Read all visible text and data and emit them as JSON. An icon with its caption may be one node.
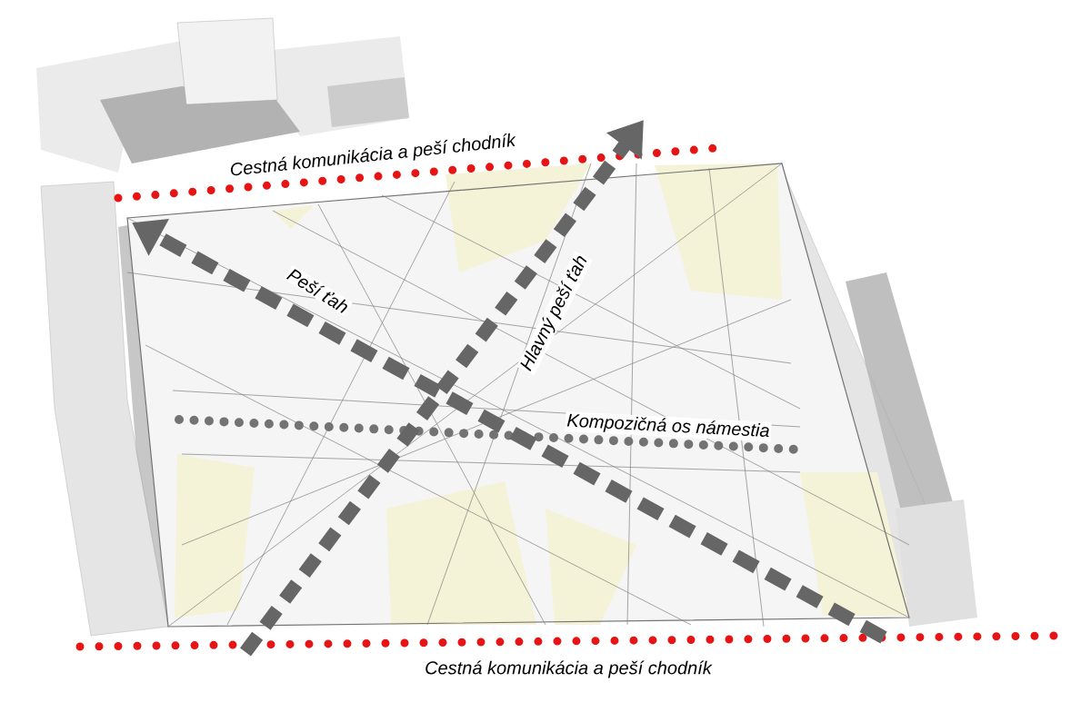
{
  "diagram": {
    "labels": [
      "Cestná komunikácia a peší chodník",
      "Peší ťah",
      "Hlavný peší ťah",
      "Kompozičná os námestia",
      "Cestná komunikácia a peší chodník"
    ]
  }
}
